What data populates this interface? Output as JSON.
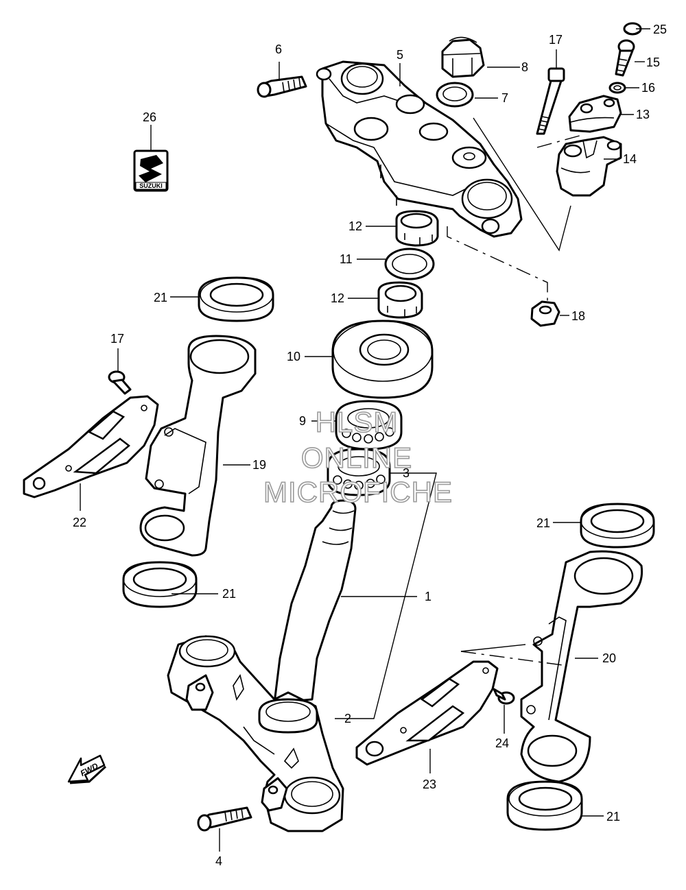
{
  "callouts": [
    {
      "id": "c1",
      "label": "1"
    },
    {
      "id": "c2",
      "label": "2"
    },
    {
      "id": "c3",
      "label": "3"
    },
    {
      "id": "c4",
      "label": "4"
    },
    {
      "id": "c5",
      "label": "5"
    },
    {
      "id": "c6",
      "label": "6"
    },
    {
      "id": "c7",
      "label": "7"
    },
    {
      "id": "c8",
      "label": "8"
    },
    {
      "id": "c9",
      "label": "9"
    },
    {
      "id": "c10",
      "label": "10"
    },
    {
      "id": "c11",
      "label": "11"
    },
    {
      "id": "c12a",
      "label": "12"
    },
    {
      "id": "c12b",
      "label": "12"
    },
    {
      "id": "c13",
      "label": "13"
    },
    {
      "id": "c14",
      "label": "14"
    },
    {
      "id": "c15",
      "label": "15"
    },
    {
      "id": "c16",
      "label": "16"
    },
    {
      "id": "c17a",
      "label": "17"
    },
    {
      "id": "c17b",
      "label": "17"
    },
    {
      "id": "c18",
      "label": "18"
    },
    {
      "id": "c19",
      "label": "19"
    },
    {
      "id": "c20",
      "label": "20"
    },
    {
      "id": "c21a",
      "label": "21"
    },
    {
      "id": "c21b",
      "label": "21"
    },
    {
      "id": "c21c",
      "label": "21"
    },
    {
      "id": "c21d",
      "label": "21"
    },
    {
      "id": "c22",
      "label": "22"
    },
    {
      "id": "c23",
      "label": "23"
    },
    {
      "id": "c24",
      "label": "24"
    },
    {
      "id": "c25",
      "label": "25"
    },
    {
      "id": "c26",
      "label": "26"
    }
  ],
  "logo_text": "SUZUKI",
  "fwd_label": "FWD",
  "watermark": {
    "line1": "HLSM",
    "line2": "ONLINE",
    "line3": "MICROFICHE",
    "color": "#9a9a9a"
  },
  "colors": {
    "line": "#000000",
    "background": "#ffffff"
  }
}
